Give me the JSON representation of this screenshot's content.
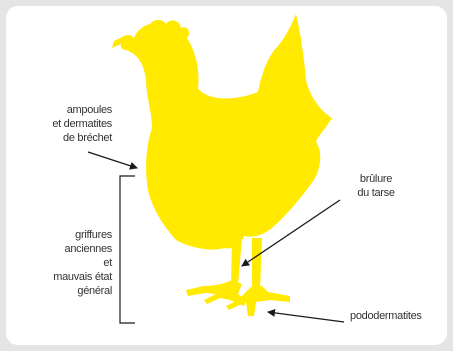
{
  "colors": {
    "chicken": "#ffea00",
    "background": "#e5e5e5",
    "card": "#ffffff",
    "line": "#1a1a1a",
    "text": "#333333"
  },
  "labels": {
    "ampoules": [
      "ampoules",
      "et dermatites",
      "de bréchet"
    ],
    "griffures": [
      "griffures",
      "anciennes",
      "et",
      "mauvais état",
      "général"
    ],
    "brulure": [
      "brûlure",
      "du tarse"
    ],
    "pododermatites": "pododermatites"
  }
}
